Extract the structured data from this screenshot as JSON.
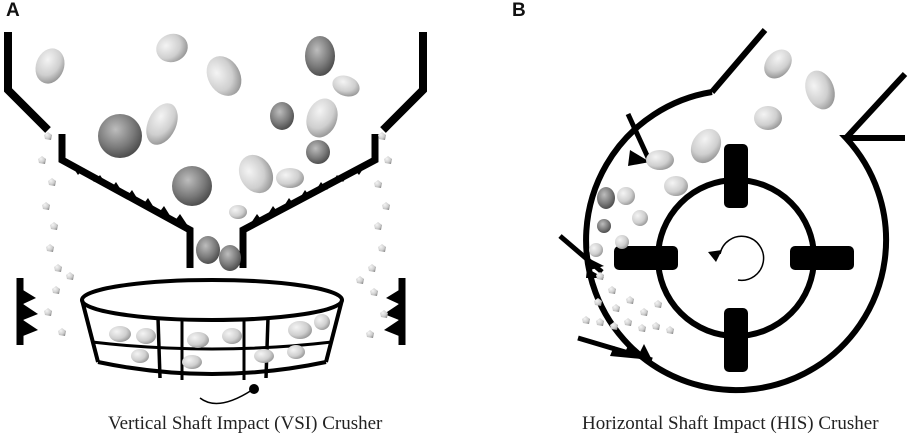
{
  "panels": [
    {
      "letter": "A",
      "caption": "Vertical Shaft Impact (VSI) Crusher"
    },
    {
      "letter": "B",
      "caption": "Horizontal Shaft Impact (HIS) Crusher"
    }
  ],
  "colors": {
    "structure": "#000000",
    "rock_light": "#d9d9d9",
    "rock_dark": "#8c8c8c",
    "background": "#ffffff"
  }
}
